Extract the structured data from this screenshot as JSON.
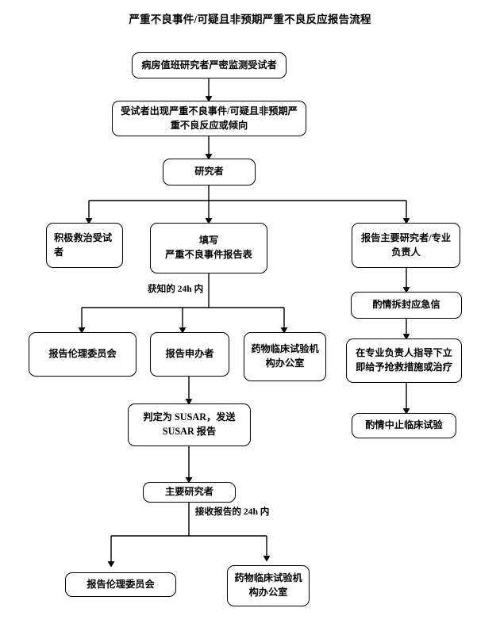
{
  "title": "严重不良事件/可疑且非预期严重不良反应报告流程",
  "nodes": [
    {
      "id": "monitor",
      "label": "病房值班研究者严密监测受试者"
    },
    {
      "id": "occurrence",
      "label": "受试者出现严重不良事件/可疑且非预期严重不良反应或倾向"
    },
    {
      "id": "investigator",
      "label": "研究者"
    },
    {
      "id": "rescue",
      "label": "积极救治受试者"
    },
    {
      "id": "fill-form",
      "label": "填写\n严重不良事件报告表"
    },
    {
      "id": "report-pi",
      "label": "报告主要研究者/专业负责人"
    },
    {
      "id": "report-ec-1",
      "label": "报告伦理委员会"
    },
    {
      "id": "report-sponsor",
      "label": "报告申办者"
    },
    {
      "id": "gcp-office-1",
      "label": "药物临床试验机构办公室"
    },
    {
      "id": "open-envelope",
      "label": "酌情拆封应急信"
    },
    {
      "id": "rescue-measure",
      "label": "在专业负责人指导下立即给予抢救措施或治疗"
    },
    {
      "id": "suspend-trial",
      "label": "酌情中止临床试验"
    },
    {
      "id": "susar",
      "label": "判定为 SUSAR，发送\nSUSAR 报告"
    },
    {
      "id": "principal-inv",
      "label": "主要研究者"
    },
    {
      "id": "report-ec-2",
      "label": "报告伦理委员会"
    },
    {
      "id": "gcp-office-2",
      "label": "药物临床试验机构办公室"
    }
  ],
  "edge_labels": {
    "within_24h_known": "获知的 24h 内",
    "within_24h_receipt": "接收报告的 24h 内"
  },
  "colors": {
    "stroke": "#000000",
    "box_fill": "#ffffff",
    "text": "#000000",
    "background": "#ffffff"
  }
}
